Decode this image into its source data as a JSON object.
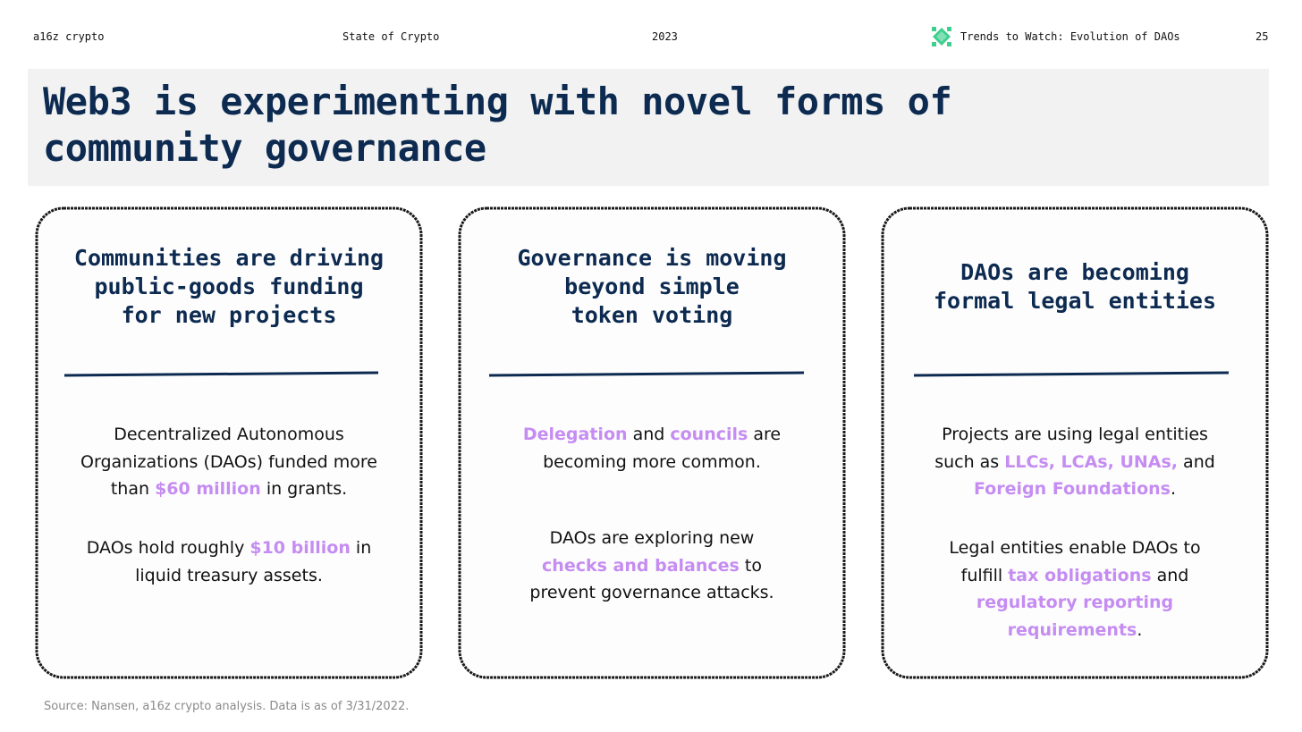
{
  "header": {
    "brand": "a16z crypto",
    "report": "State of Crypto",
    "year": "2023",
    "section": "Trends to Watch: Evolution of DAOs",
    "page_number": "25"
  },
  "title": {
    "line1": "Web3 is experimenting with novel forms of",
    "line2": "community governance"
  },
  "colors": {
    "title": "#0d2a50",
    "highlight": "#c58cf2",
    "logo": "#3ecf8e"
  },
  "cards": [
    {
      "heading": [
        "Communities are driving",
        "public-goods funding",
        "for new projects"
      ],
      "para1": {
        "t1": "Decentralized Autonomous",
        "t2": "Organizations (DAOs) funded more",
        "t3": "than ",
        "h1": "$60 million",
        "t4": " in grants."
      },
      "para2": {
        "t1": "DAOs hold roughly ",
        "h1": "$10 billion",
        "t2": " in",
        "t3": "liquid treasury assets."
      }
    },
    {
      "heading": [
        "Governance is moving",
        "beyond simple",
        "token voting"
      ],
      "para1": {
        "h1": "Delegation",
        "t1": " and ",
        "h2": "councils",
        "t2": " are",
        "t3": "becoming more common."
      },
      "para2": {
        "t1": "DAOs are exploring new",
        "h1": "checks and balances",
        "t2": " to",
        "t3": "prevent governance attacks."
      }
    },
    {
      "heading": [
        "DAOs are becoming",
        "formal legal entities"
      ],
      "para1": {
        "t1": "Projects are using legal entities",
        "t2": "such as ",
        "h1": "LLCs, LCAs, UNAs,",
        "t3": " and",
        "h2": "Foreign Foundations",
        "t4": "."
      },
      "para2": {
        "t1": "Legal entities enable DAOs to",
        "t2": "fulfill ",
        "h1": "tax obligations",
        "t3": " and",
        "h2": "regulatory reporting",
        "h3": "requirements",
        "t4": "."
      }
    }
  ],
  "source": "Source: Nansen, a16z crypto analysis. Data is as of 3/31/2022."
}
